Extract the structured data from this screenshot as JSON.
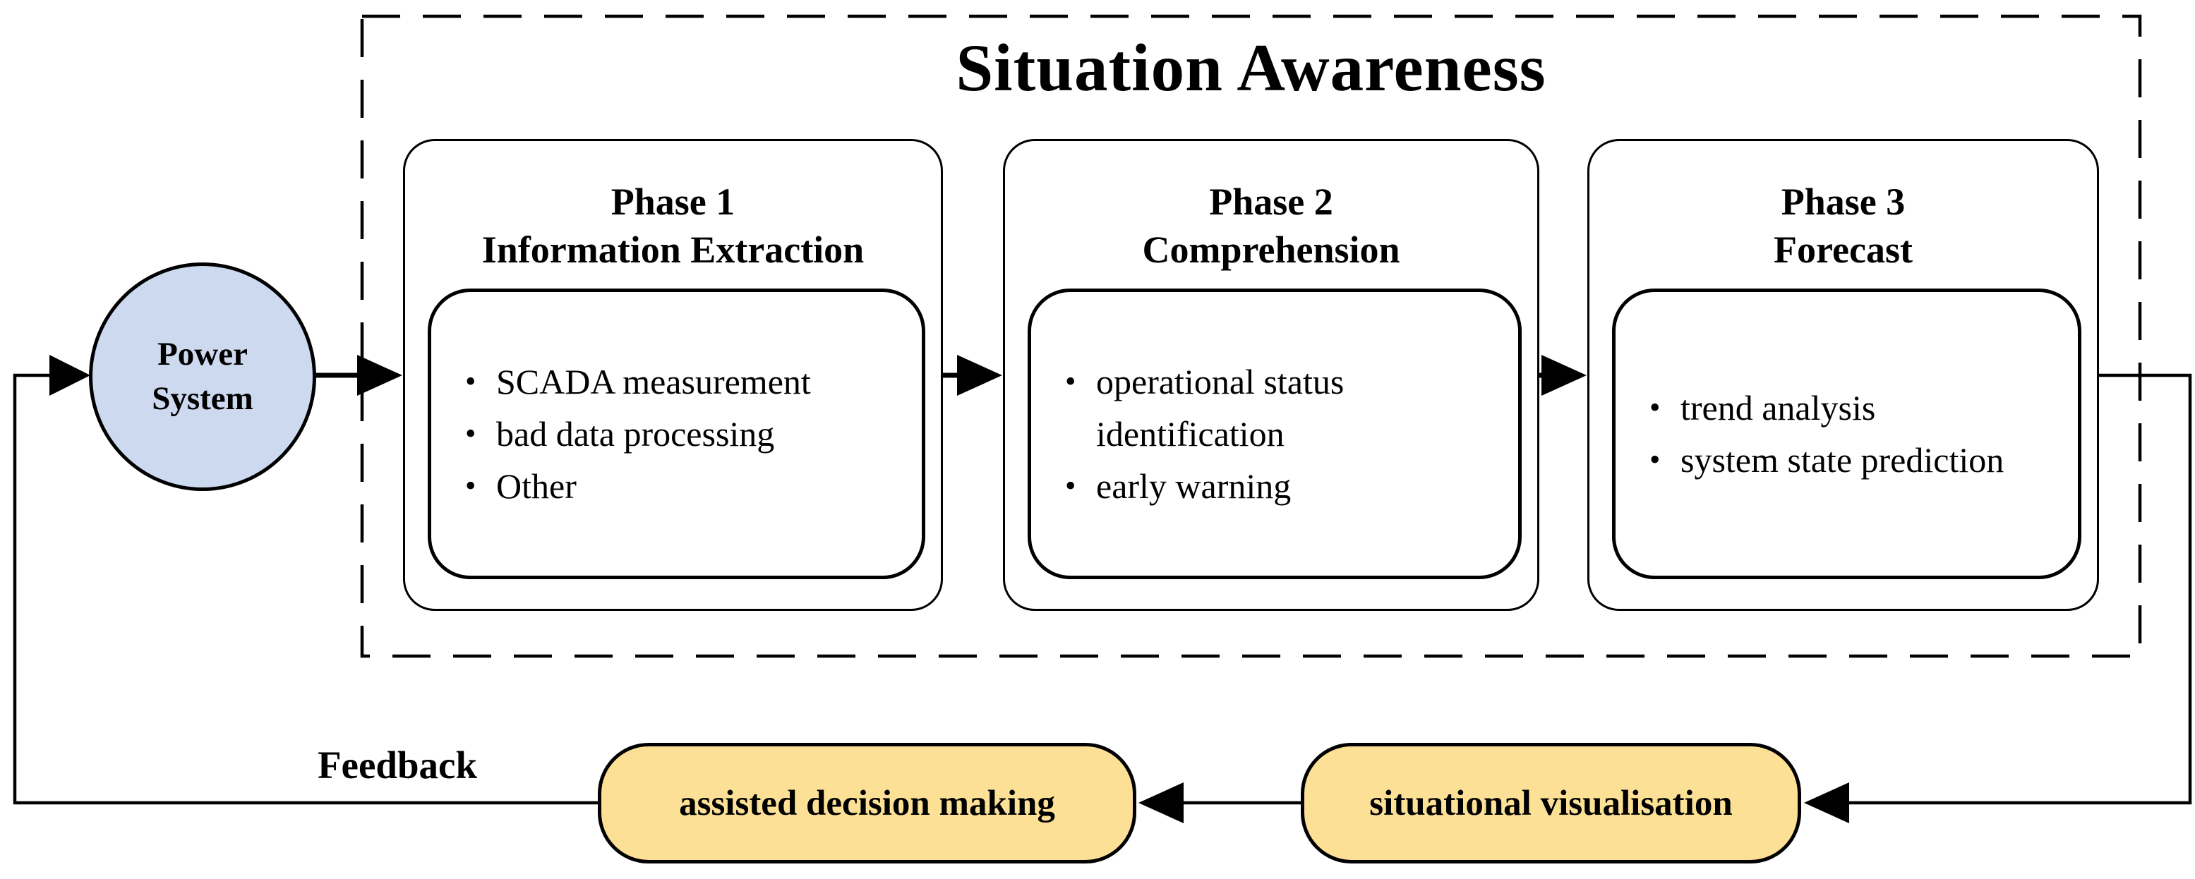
{
  "title": "Situation Awareness",
  "power_system": {
    "label_line1": "Power",
    "label_line2": "System"
  },
  "phases": [
    {
      "number": "Phase 1",
      "name": "Information Extraction",
      "bullets": [
        "SCADA measurement",
        "bad data processing",
        "Other"
      ]
    },
    {
      "number": "Phase 2",
      "name": "Comprehension",
      "bullets": [
        "operational status identification",
        "early warning"
      ]
    },
    {
      "number": "Phase 3",
      "name": "Forecast",
      "bullets": [
        "trend analysis",
        "system state prediction"
      ]
    }
  ],
  "outputs": {
    "visualisation_label": "situational visualisation",
    "decision_label": "assisted decision making"
  },
  "feedback_label": "Feedback",
  "bullet_glyph": "•",
  "colors": {
    "power_system_fill": "#ccd9ee",
    "output_fill": "#fbe096",
    "line": "#000000"
  }
}
